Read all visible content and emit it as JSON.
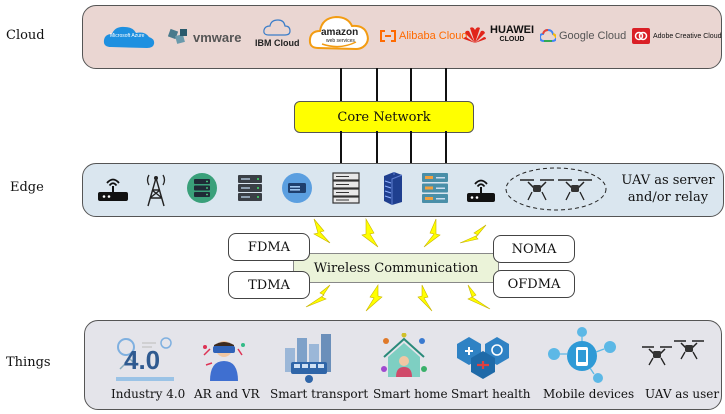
{
  "layers": {
    "cloud": "Cloud",
    "edge": "Edge",
    "things": "Things"
  },
  "cloud_providers": {
    "azure": "Microsoft Azure",
    "vmware": "vmware",
    "ibm": "IBM Cloud",
    "amazon": "amazon",
    "amazon_sub": "web services",
    "alibaba": "Alibaba Cloud",
    "huawei": "HUAWEI",
    "huawei_sub": "CLOUD",
    "google": "Google Cloud",
    "adobe": "Adobe Creative Cloud"
  },
  "core_network": "Core Network",
  "edge": {
    "uav_line1": "UAV as server",
    "uav_line2": "and/or relay"
  },
  "wireless": {
    "center": "Wireless Communication",
    "fdma": "FDMA",
    "tdma": "TDMA",
    "noma": "NOMA",
    "ofdma": "OFDMA"
  },
  "things": {
    "industry": "Industry 4.0",
    "industry_big": "4.0",
    "arvr": "AR and VR",
    "transport": "Smart transport",
    "home": "Smart home",
    "health": "Smart health",
    "mobile": "Mobile devices",
    "uav_user": "UAV as user"
  },
  "colors": {
    "cloud_panel": "#ead6d2",
    "edge_panel": "#dae6ef",
    "things_panel": "#e4e4ea",
    "core": "#ffff00",
    "wireless": "#ebf3d9",
    "lightning": "#ffff00"
  }
}
